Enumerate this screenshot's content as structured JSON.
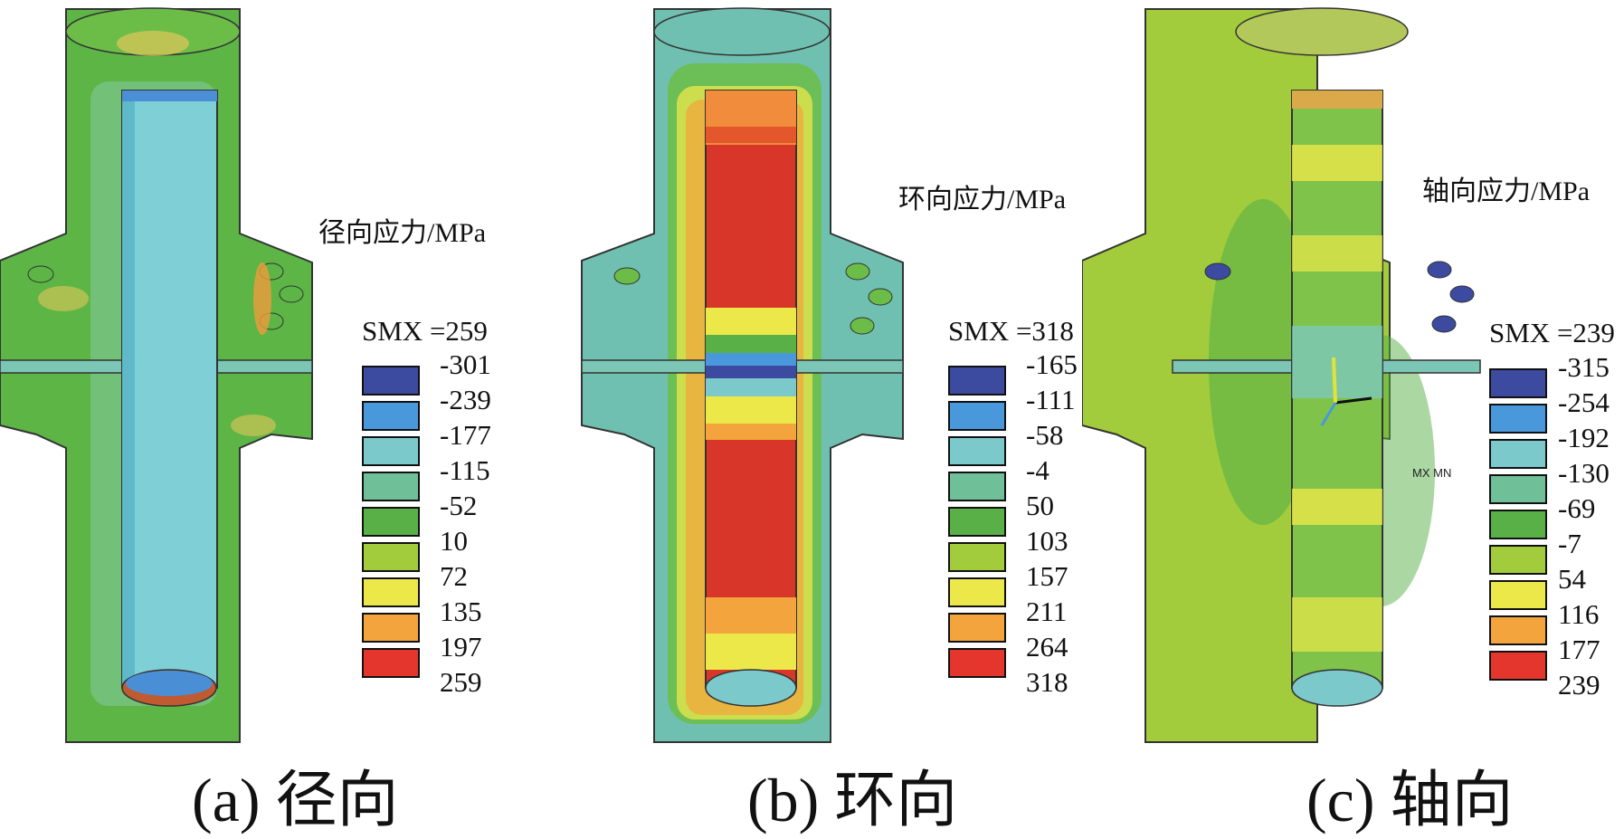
{
  "panels": [
    {
      "id": "a",
      "legend_title": "径向应力/MPa",
      "smx": "SMX =259",
      "ticks": [
        "-301",
        "-239",
        "-177",
        "-115",
        "-52",
        "10",
        "72",
        "135",
        "197",
        "259"
      ],
      "caption": "(a)  径向"
    },
    {
      "id": "b",
      "legend_title": "环向应力/MPa",
      "smx": "SMX =318",
      "ticks": [
        "-165",
        "-111",
        "-58",
        "-4",
        "50",
        "103",
        "157",
        "211",
        "264",
        "318"
      ],
      "caption": "(b)  环向"
    },
    {
      "id": "c",
      "legend_title": "轴向应力/MPa",
      "smx": "SMX =239",
      "ticks": [
        "-315",
        "-254",
        "-192",
        "-130",
        "-69",
        "-7",
        "54",
        "116",
        "177",
        "239"
      ],
      "caption": "(c)  轴向",
      "marker": "MX MN"
    }
  ],
  "legend_colors": [
    "#3c4aa0",
    "#4a98dc",
    "#7cc9cc",
    "#6fbf98",
    "#58b046",
    "#a2cc3c",
    "#ece84a",
    "#f3a43c",
    "#e4362c"
  ]
}
